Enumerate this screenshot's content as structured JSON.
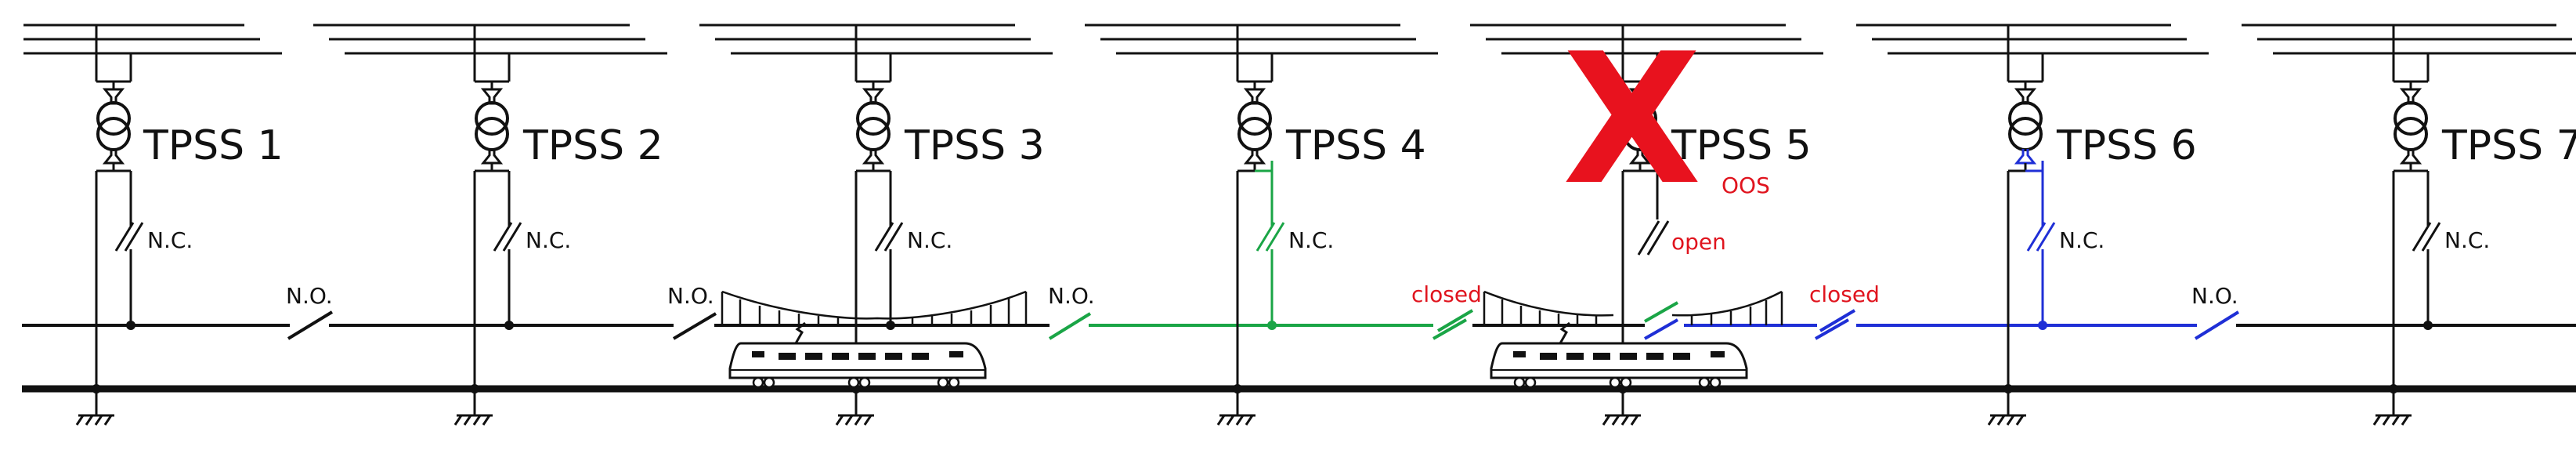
{
  "colors": {
    "line": "#111111",
    "green": "#1aa546",
    "blue": "#1f2fd6",
    "red": "#e0141e"
  },
  "outage": {
    "mark": "X",
    "status": "OOS"
  },
  "substations": [
    {
      "label": "TPSS 1",
      "switch": "N.C."
    },
    {
      "label": "TPSS 2",
      "switch": "N.C."
    },
    {
      "label": "TPSS 3",
      "switch": "N.C."
    },
    {
      "label": "TPSS 4",
      "switch": "N.C."
    },
    {
      "label": "TPSS 5",
      "switch": "open"
    },
    {
      "label": "TPSS 6",
      "switch": "N.C."
    },
    {
      "label": "TPSS 7",
      "switch": "N.C."
    }
  ],
  "section_switches": [
    {
      "label": "N.O."
    },
    {
      "label": "N.O."
    },
    {
      "label": "N.O."
    },
    {
      "label": "closed"
    },
    {
      "label": "closed"
    },
    {
      "label": "N.O."
    }
  ],
  "trains": [
    {
      "icon": "train-icon"
    },
    {
      "icon": "train-icon"
    }
  ]
}
